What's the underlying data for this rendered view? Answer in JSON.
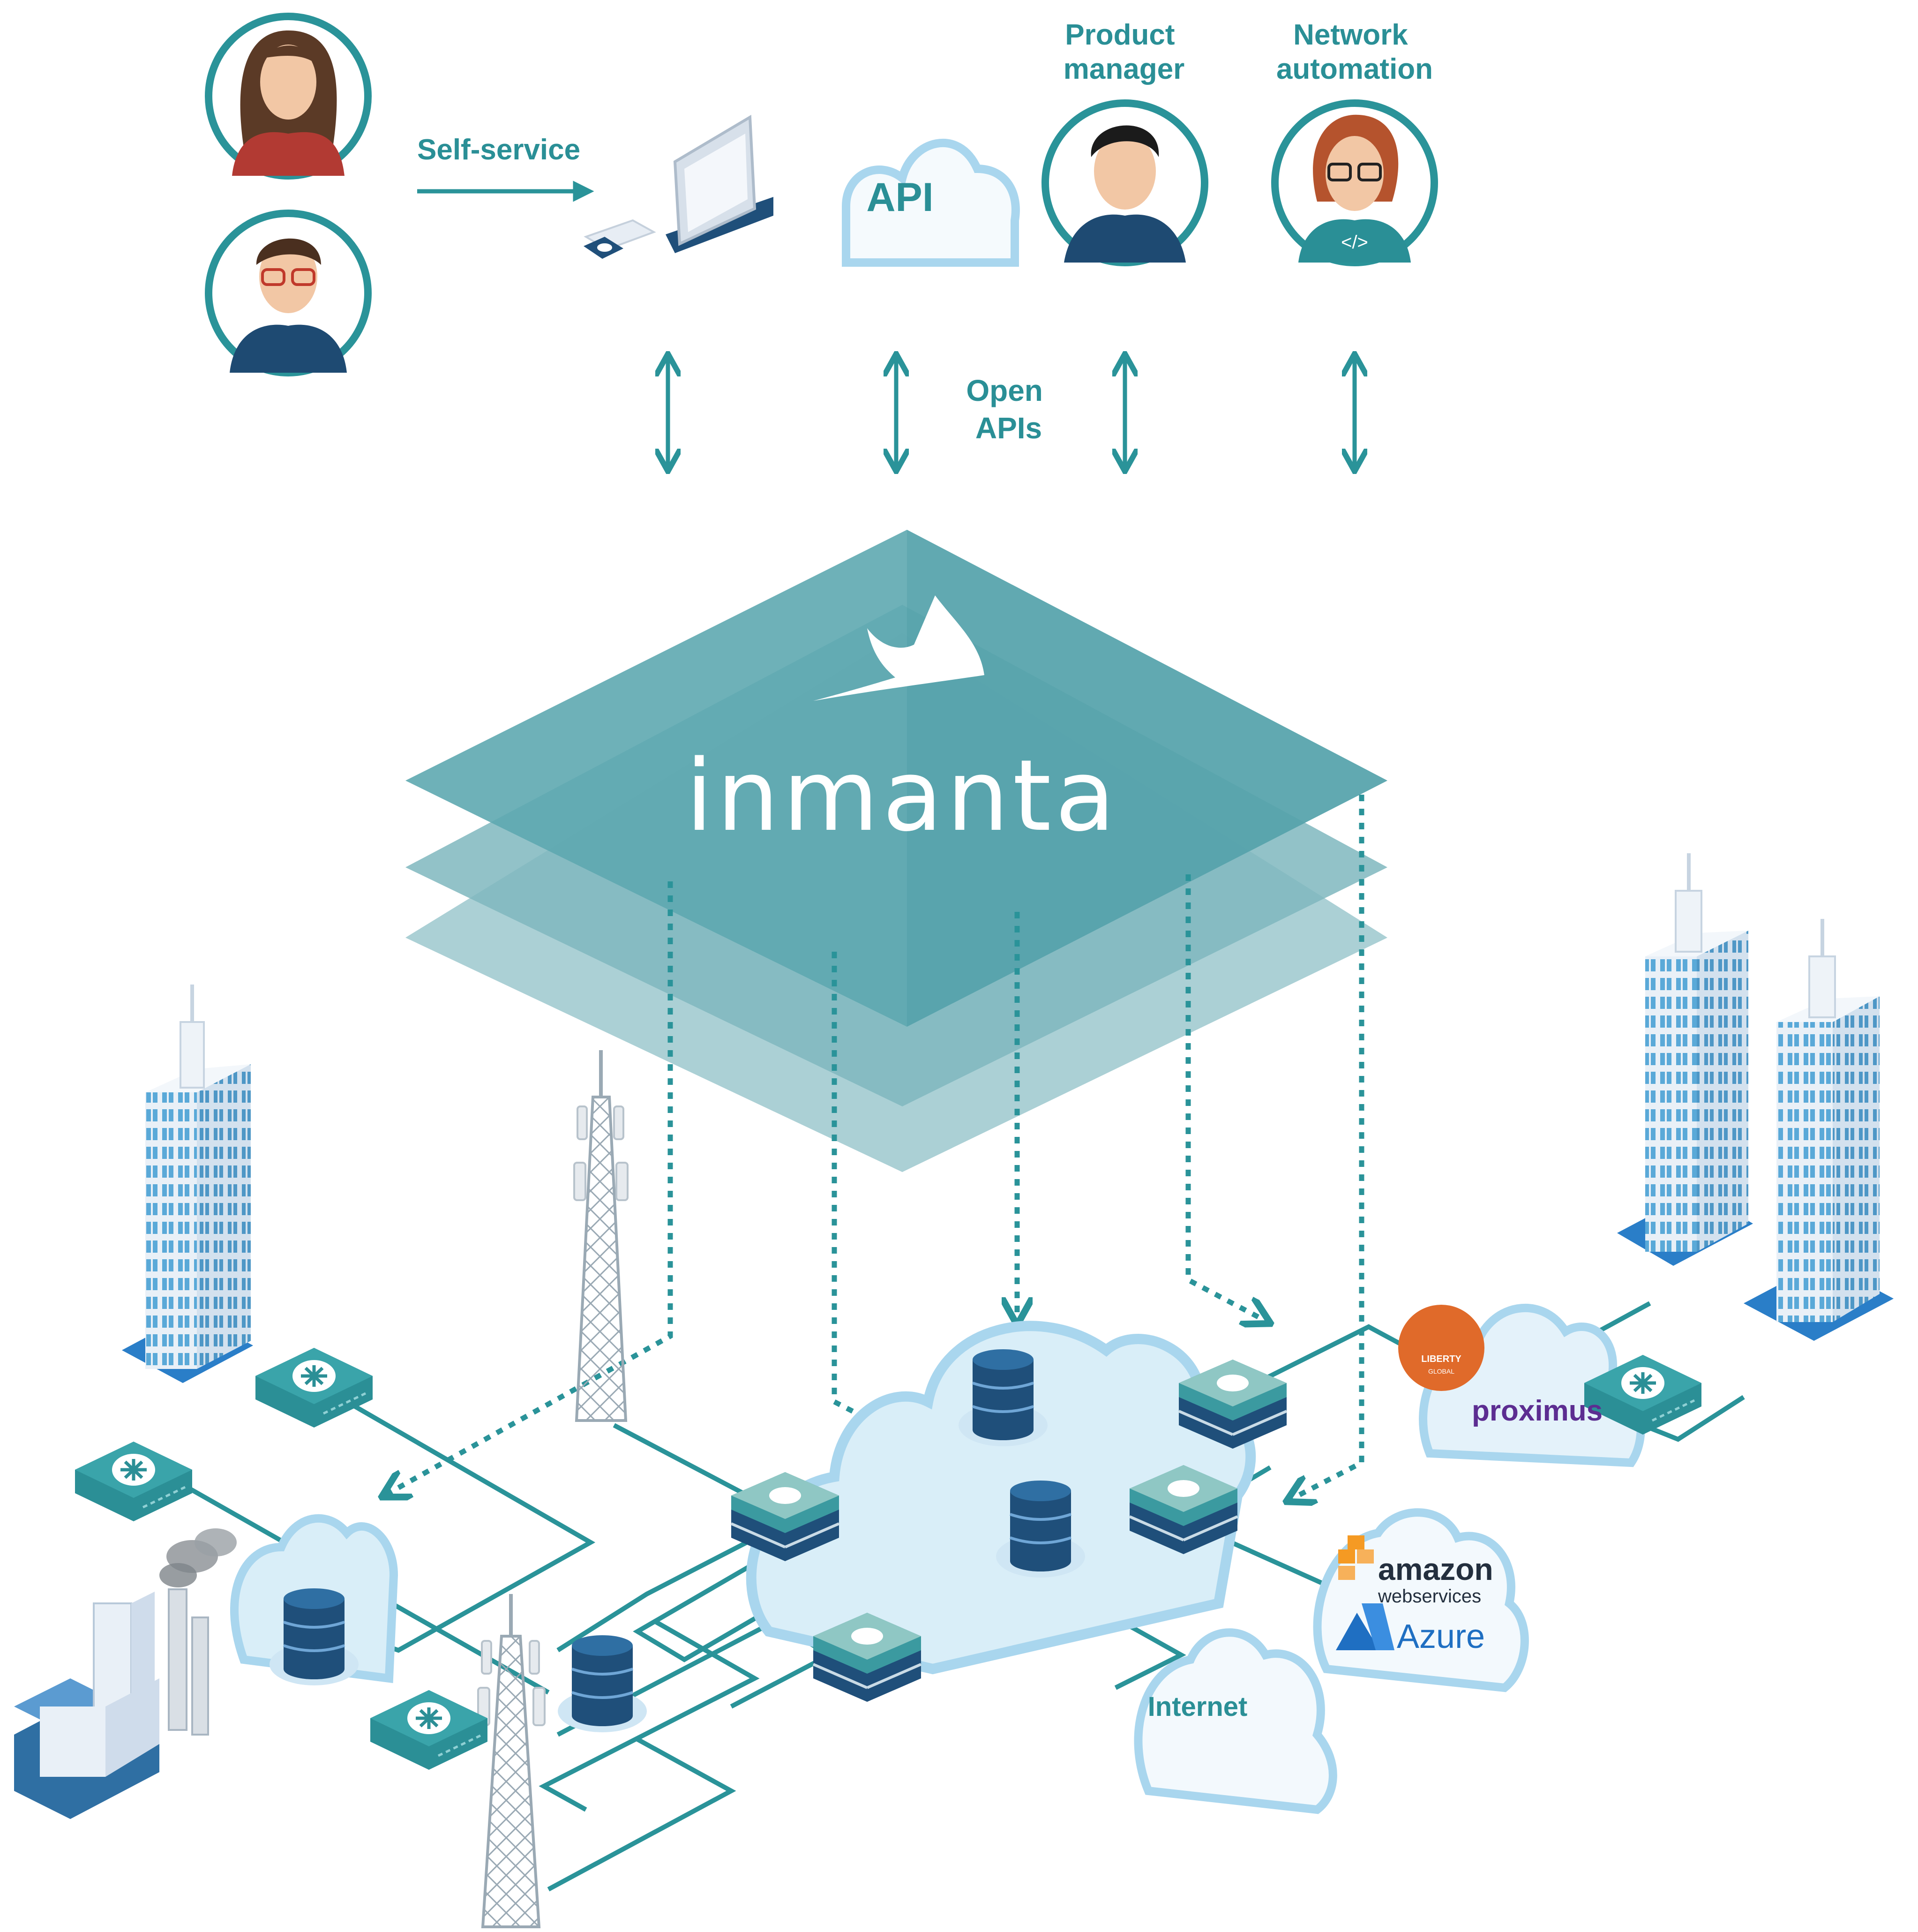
{
  "colors": {
    "teal": "#2a9399",
    "teal_dark": "#1f7f86",
    "layer_light": "#a7ced3",
    "layer_mid": "#7fb7be",
    "layer_top": "#5ea8b0",
    "cloud_light": "#d6ecf7",
    "cloud_stroke": "#a9d6ee",
    "navy": "#1f4f7a",
    "building_face": "#e9f0f7",
    "building_window": "#5aa9d8",
    "building_base": "#2a7ec8",
    "router": "#3a9fa5",
    "liberty_orange": "#e06a2a",
    "proximus_purple": "#5c2d91",
    "aws_orange": "#f59a23",
    "azure_blue": "#1f6fc2"
  },
  "users": {
    "self_service_label": "Self-service",
    "api_label": "API",
    "product_manager_label_line1": "Product",
    "product_manager_label_line2": "manager",
    "network_automation_label_line1": "Network",
    "network_automation_label_line2": "automation"
  },
  "middle": {
    "open_apis_line1": "Open",
    "open_apis_line2": "APIs",
    "platform_name": "inmanta"
  },
  "infrastructure": {
    "liberty_line1": "LIBERTY",
    "liberty_line2": "GLOBAL",
    "proximus": "proximus",
    "aws_line1": "amazon",
    "aws_line2": "webservices",
    "azure": "Azure",
    "internet": "Internet"
  },
  "icons": [
    "woman-avatar-icon",
    "man-glasses-avatar-icon",
    "product-manager-avatar-icon",
    "network-engineer-avatar-icon",
    "computer-workstation-icon",
    "api-cloud-icon",
    "inmanta-logo-icon",
    "office-building-icon",
    "cell-tower-icon",
    "router-icon",
    "database-icon",
    "server-icon",
    "factory-icon",
    "cloud-icon"
  ]
}
